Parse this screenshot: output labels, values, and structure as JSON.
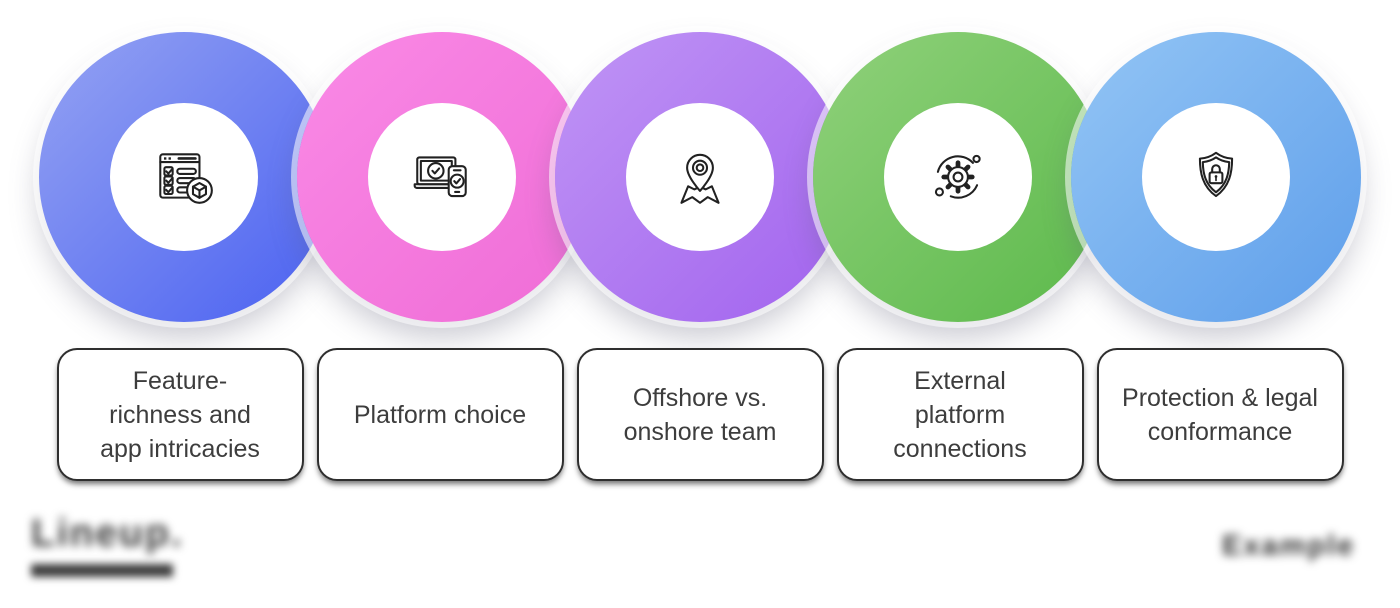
{
  "steps": [
    {
      "label": "Feature-\nrichness and\napp intricacies",
      "icon": "checklist-cube-icon",
      "ring_gradient": [
        "#95a3f3",
        "#4a61f1"
      ]
    },
    {
      "label": "Platform choice",
      "icon": "devices-check-icon",
      "ring_gradient": [
        "#fa8ae6",
        "#ef6cd6"
      ]
    },
    {
      "label": "Offshore vs.\nonshore team",
      "icon": "map-location-pin-icon",
      "ring_gradient": [
        "#c095f5",
        "#a263ee"
      ]
    },
    {
      "label": "External\nplatform\nconnections",
      "icon": "gear-orbit-icon",
      "ring_gradient": [
        "#90d17b",
        "#5cb94b"
      ]
    },
    {
      "label": "Protection & legal\nconformance",
      "icon": "shield-lock-icon",
      "ring_gradient": [
        "#93c5f5",
        "#5e9eea"
      ]
    }
  ],
  "footer": {
    "left_logo_text": "Lineup.",
    "right_logo_text": "Example"
  },
  "colors": {
    "icon_stroke": "#212121",
    "card_text": "#3d3d3d",
    "card_border": "#2f2f2f"
  }
}
